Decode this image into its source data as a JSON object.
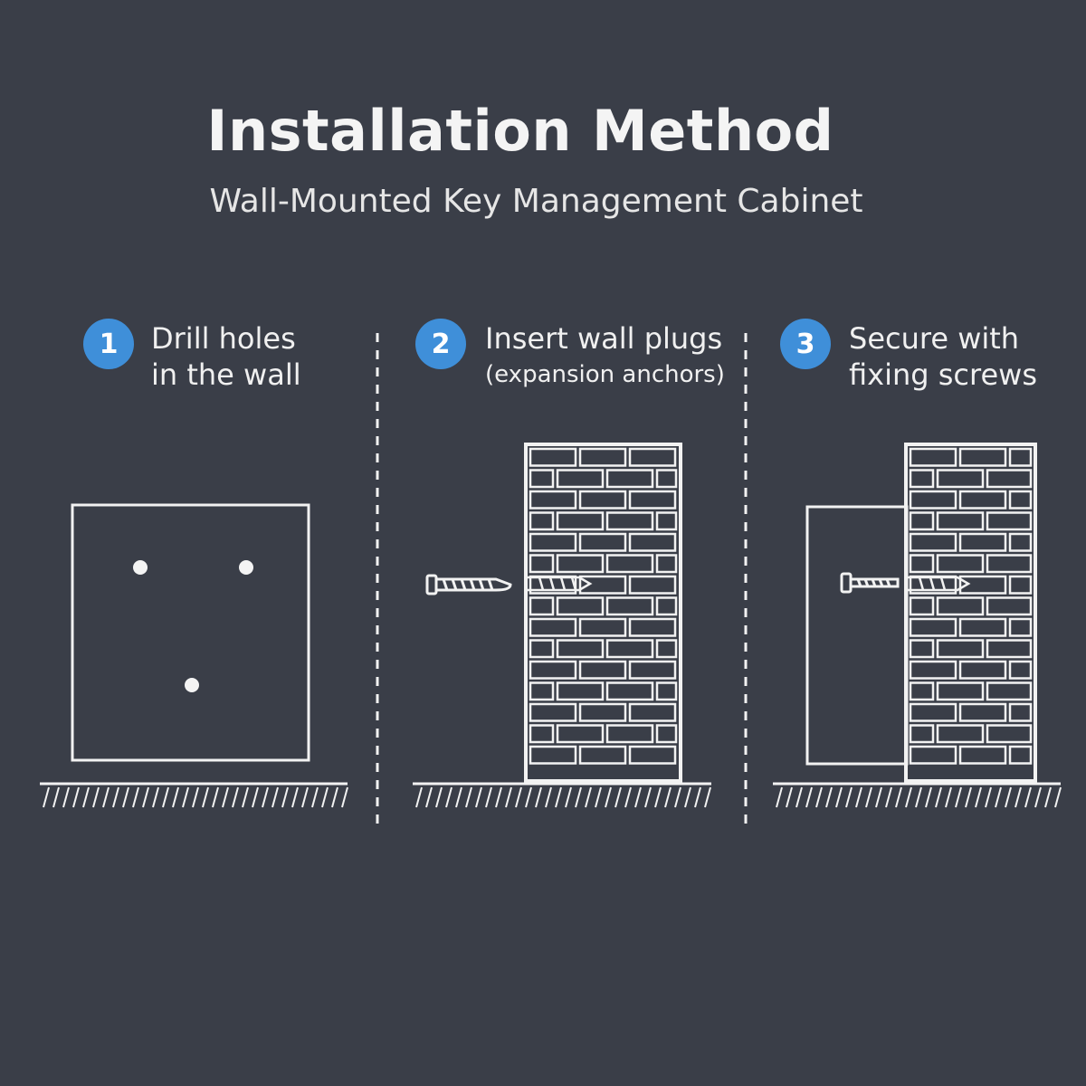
{
  "header": {
    "title": "Installation Method",
    "subtitle": "Wall-Mounted Key Management Cabinet"
  },
  "steps": [
    {
      "number": "1",
      "line1": "Drill holes",
      "line2": "in the wall"
    },
    {
      "number": "2",
      "line1": "Insert wall plugs",
      "line2": "(expansion anchors)"
    },
    {
      "number": "3",
      "line1": "Secure with",
      "line2": "fixing screws"
    }
  ],
  "colors": {
    "background": "#3a3e48",
    "accent": "#3f8fd9",
    "line": "#f2f2f2"
  },
  "icons": [
    "drill-holes-panel-icon",
    "wall-plug-icon",
    "brick-wall-icon",
    "screw-icon",
    "ground-hatch-icon"
  ]
}
